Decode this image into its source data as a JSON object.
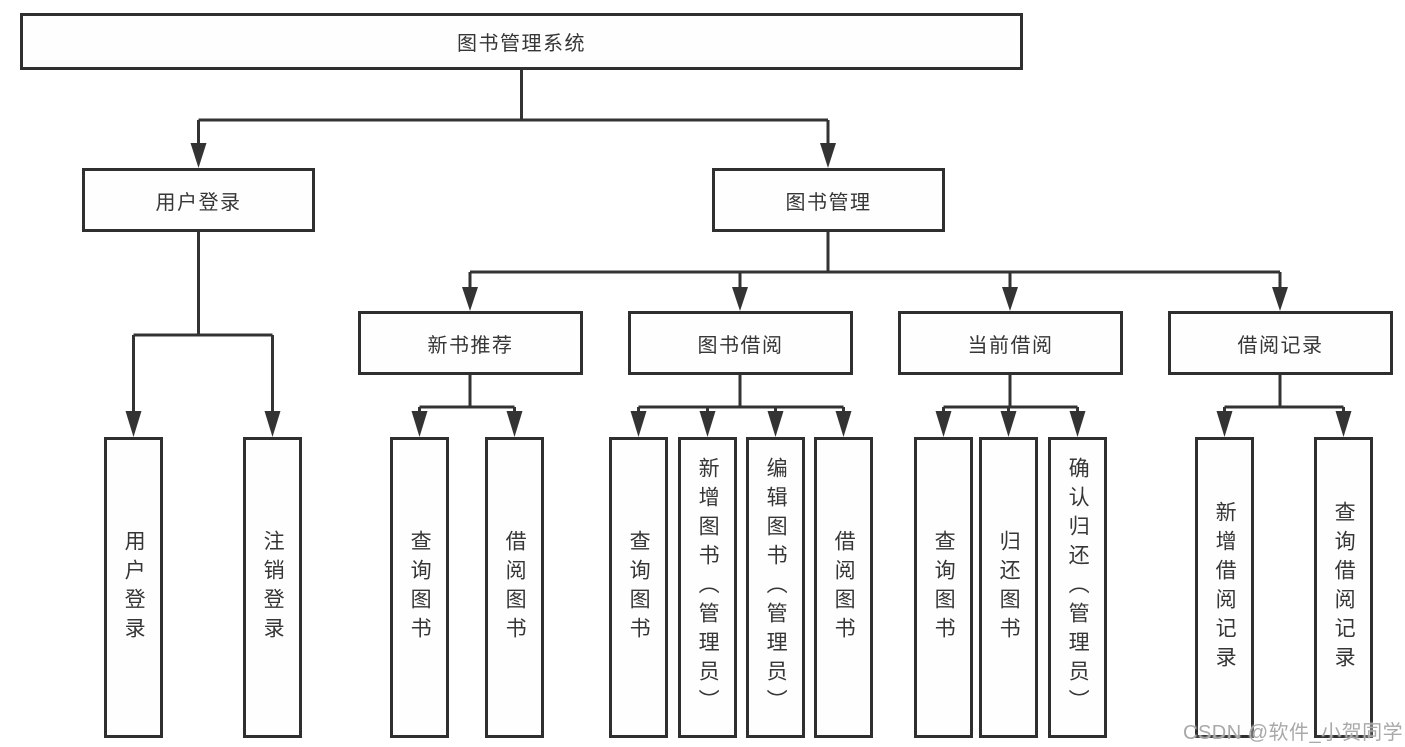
{
  "tree": {
    "label": "图书管理系统",
    "children": [
      {
        "label": "用户登录",
        "children": [
          {
            "label": "用户登录"
          },
          {
            "label": "注销登录"
          }
        ]
      },
      {
        "label": "图书管理",
        "children": [
          {
            "label": "新书推荐",
            "children": [
              {
                "label": "查询图书"
              },
              {
                "label": "借阅图书"
              }
            ]
          },
          {
            "label": "图书借阅",
            "children": [
              {
                "label": "查询图书"
              },
              {
                "label": "新增图书（管理员）"
              },
              {
                "label": "编辑图书（管理员）"
              },
              {
                "label": "借阅图书"
              }
            ]
          },
          {
            "label": "当前借阅",
            "children": [
              {
                "label": "查询图书"
              },
              {
                "label": "归还图书"
              },
              {
                "label": "确认归还（管理员）"
              }
            ]
          },
          {
            "label": "借阅记录",
            "children": [
              {
                "label": "新增借阅记录"
              },
              {
                "label": "查询借阅记录"
              }
            ]
          }
        ]
      }
    ]
  },
  "watermark": {
    "text": "CSDN @软件_小贺同学"
  },
  "colors": {
    "line": "#333333",
    "box_border": "#2f2f2f",
    "text": "#363636",
    "watermark": "#a9a9a9",
    "background": "#ffffff"
  }
}
